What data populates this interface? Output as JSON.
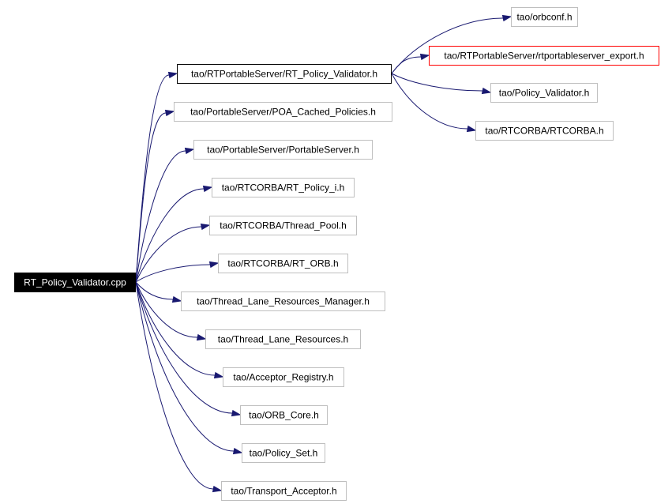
{
  "root": {
    "label": "RT_Policy_Validator.cpp",
    "fill": "#000000",
    "text_color": "#ffffff"
  },
  "hub": {
    "label": "tao/RTPortableServer/RT_Policy_Validator.h",
    "border": "#000000"
  },
  "hub_includes": [
    {
      "label": "tao/orbconf.h",
      "border": "#bfbfbf"
    },
    {
      "label": "tao/RTPortableServer/rtportableserver_export.h",
      "border": "#ff0000"
    },
    {
      "label": "tao/Policy_Validator.h",
      "border": "#bfbfbf"
    },
    {
      "label": "tao/RTCORBA/RTCORBA.h",
      "border": "#bfbfbf"
    }
  ],
  "root_includes": [
    {
      "label": "tao/PortableServer/POA_Cached_Policies.h",
      "border": "#bfbfbf"
    },
    {
      "label": "tao/PortableServer/PortableServer.h",
      "border": "#bfbfbf"
    },
    {
      "label": "tao/RTCORBA/RT_Policy_i.h",
      "border": "#bfbfbf"
    },
    {
      "label": "tao/RTCORBA/Thread_Pool.h",
      "border": "#bfbfbf"
    },
    {
      "label": "tao/RTCORBA/RT_ORB.h",
      "border": "#bfbfbf"
    },
    {
      "label": "tao/Thread_Lane_Resources_Manager.h",
      "border": "#bfbfbf"
    },
    {
      "label": "tao/Thread_Lane_Resources.h",
      "border": "#bfbfbf"
    },
    {
      "label": "tao/Acceptor_Registry.h",
      "border": "#bfbfbf"
    },
    {
      "label": "tao/ORB_Core.h",
      "border": "#bfbfbf"
    },
    {
      "label": "tao/Policy_Set.h",
      "border": "#bfbfbf"
    },
    {
      "label": "tao/Transport_Acceptor.h",
      "border": "#bfbfbf"
    }
  ],
  "edge_color": "#191970"
}
